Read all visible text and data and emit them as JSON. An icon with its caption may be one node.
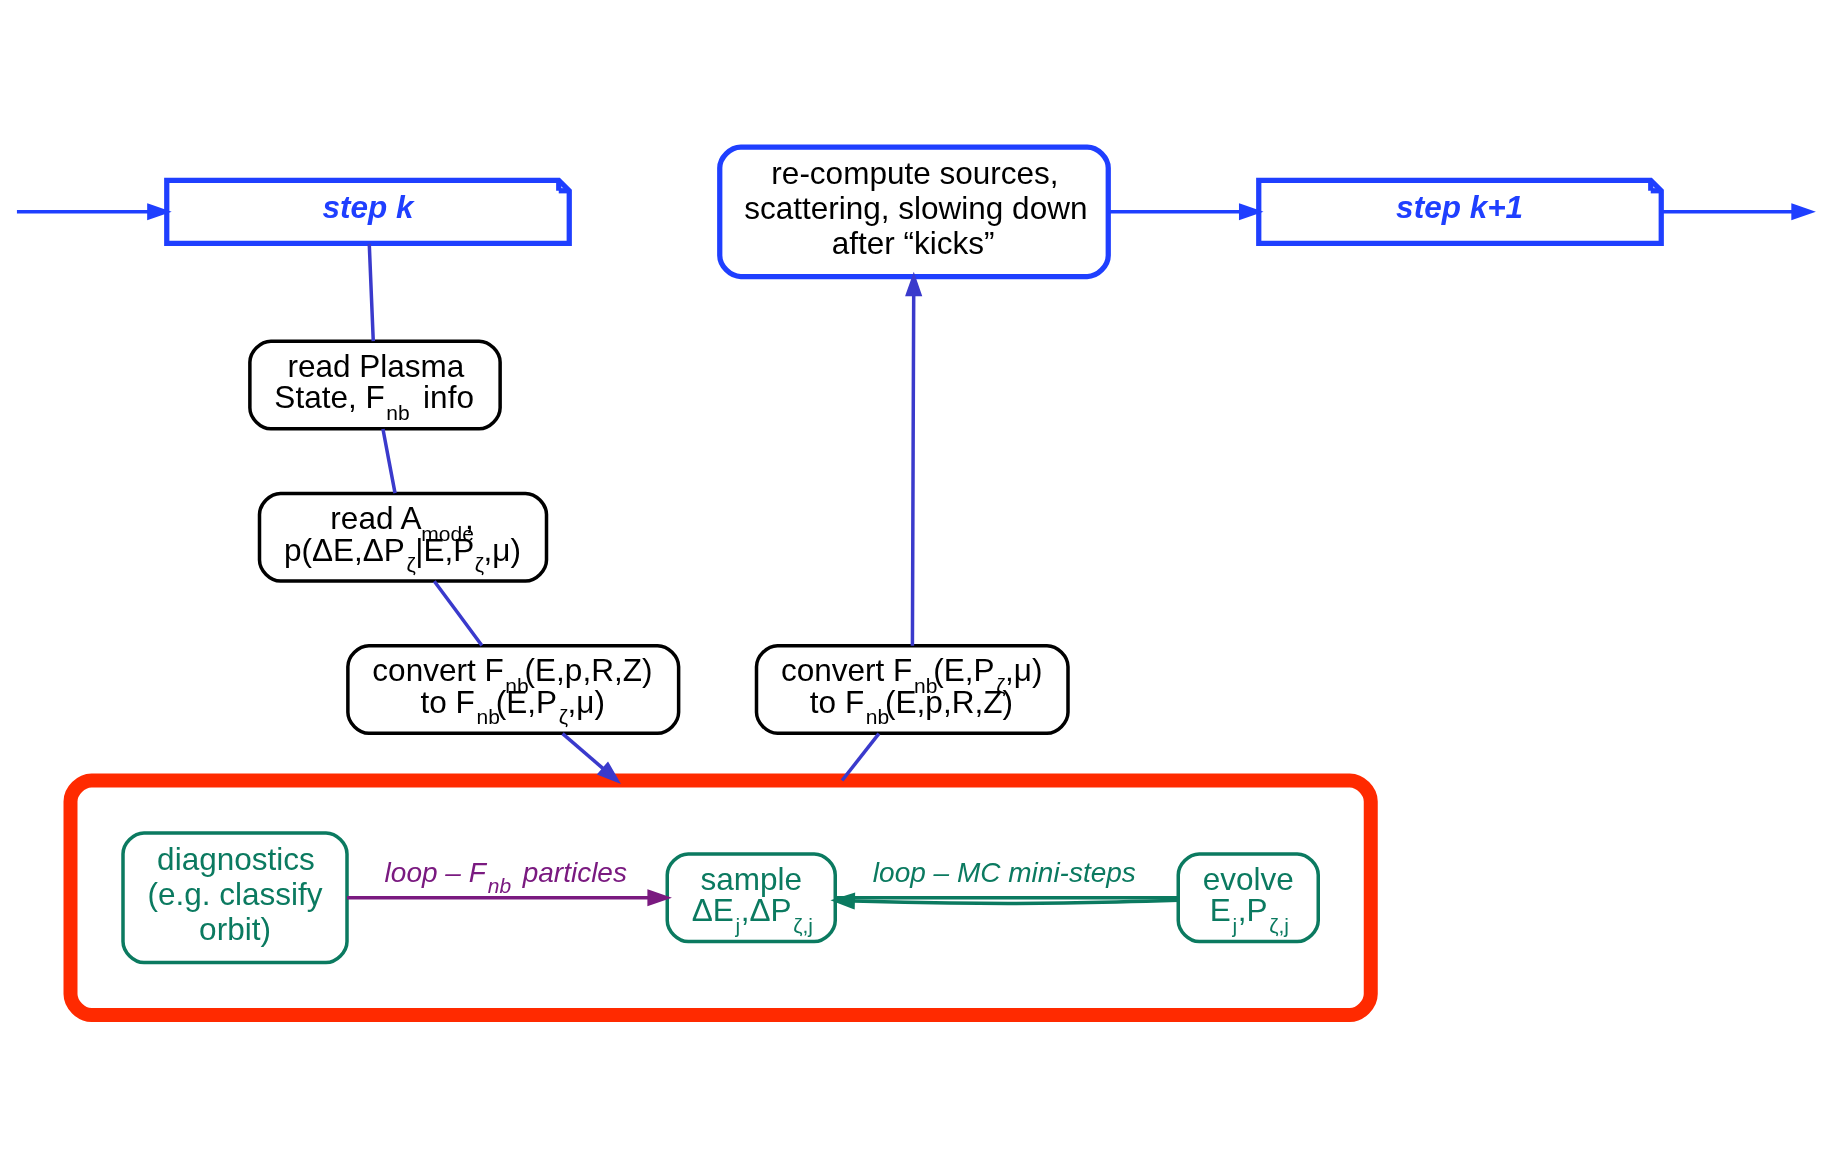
{
  "diagram": {
    "nodes": [
      {
        "text": [
          "step k"
        ]
      },
      {
        "text": [
          "re-compute sources, scattering, slowing down after “kicks”"
        ]
      },
      {
        "text": [
          "step k+1"
        ]
      },
      {
        "text": [
          "read Plasma State, F$_{nb}$ info"
        ]
      },
      {
        "text": [
          "read A$_{mode}$, p(ΔE,ΔP$_{ζ}$|E,P$_{ζ}$,μ)"
        ]
      },
      {
        "text": [
          "convert F$_{nb}$(E,p,R,Z) to F$_{nb}$(E,P$_{ζ}$,μ)"
        ]
      },
      {
        "text": [
          "convert F$_{nb}$(E,P$_{ζ}$,μ) to F$_{nb}$(E,p,R,Z)"
        ]
      },
      {
        "text": [],
        "shape": "ellipse"
      },
      {
        "text": [
          "sample ΔE$_{j}$,ΔP$_{ζ,j}$"
        ],
        "in": 7
      },
      {
        "text": [
          "evolve E$_{j}$,P$_{ζ,j}$"
        ],
        "in": 7
      },
      {
        "text": [
          "diagnostics (e.g. classify orbit)"
        ],
        "in": 7
      }
    ],
    "edges": [
      {
        "from": null,
        "to": 0,
        "arrow": "to",
        "color": "#1f3fff"
      },
      {
        "from": 0,
        "to": 3,
        "arrow": "none"
      },
      {
        "from": 3,
        "to": 4,
        "arrow": "none"
      },
      {
        "from": 4,
        "to": 5,
        "arrow": "none"
      },
      {
        "from": 5,
        "to": 7,
        "arrow": "to"
      },
      {
        "from": 7,
        "to": 6,
        "arrow": "none"
      },
      {
        "from": 6,
        "to": 1,
        "arrow": "to"
      },
      {
        "from": 1,
        "to": 2,
        "arrow": "to",
        "color": "#1f3fff"
      },
      {
        "from": 2,
        "to": null,
        "arrow": "to",
        "color": "#1f3fff"
      },
      {
        "from": 8,
        "to": 9,
        "arrow": "none",
        "label": "loop – MC mini-steps",
        "color": "#0b7a60"
      },
      {
        "from": 9,
        "to": 8,
        "arrow": "to",
        "color": "#0b7a60"
      },
      {
        "from": 10,
        "to": 8,
        "arrow": "to",
        "label": "loop – F$_{nb}$ particles",
        "color": "#7a1a80"
      }
    ]
  }
}
